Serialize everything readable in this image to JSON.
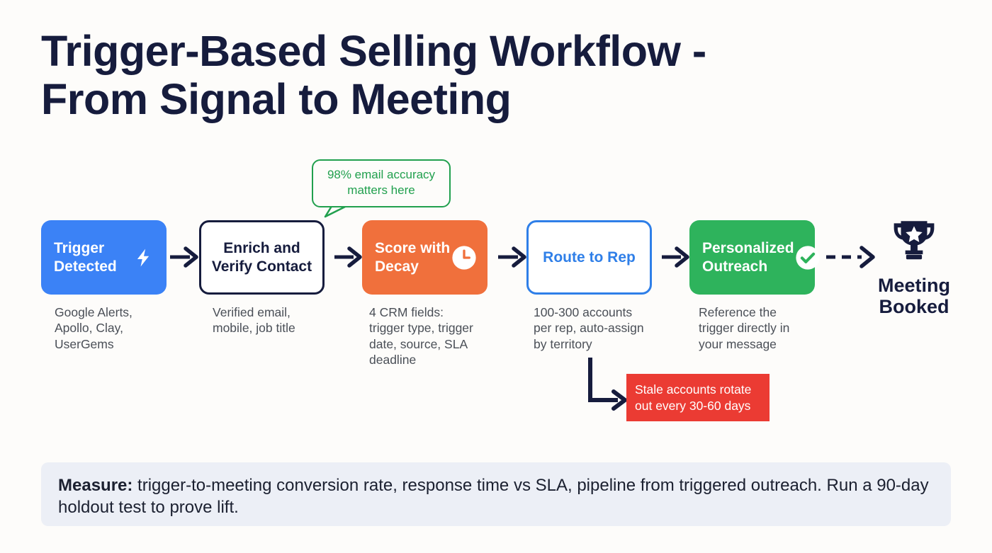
{
  "title": "Trigger-Based Selling Workflow -\nFrom Signal to Meeting",
  "colors": {
    "background": "#fdfcfa",
    "navy": "#161c3d",
    "blue": "#3b82f6",
    "blue_outline": "#2f7fe8",
    "orange": "#f0703c",
    "green": "#2eb35c",
    "green_callout": "#21a04e",
    "red": "#eb3b33",
    "caption_gray": "#4a4f57",
    "footer_bg": "#eceff6"
  },
  "flow": {
    "steps": [
      {
        "label": "Trigger\nDetected",
        "icon": "lightning-bolt-icon",
        "style": "filled-blue",
        "caption": "Google Alerts,\nApollo, Clay,\nUserGems"
      },
      {
        "label": "Enrich and\nVerify\nContact",
        "icon": "none",
        "style": "outline-navy",
        "caption": "Verified email,\nmobile, job title"
      },
      {
        "label": "Score with\nDecay",
        "icon": "clock-icon",
        "style": "filled-orange",
        "caption": "4 CRM fields:\ntrigger type, trigger\ndate, source, SLA\ndeadline"
      },
      {
        "label": "Route to Rep",
        "icon": "none",
        "style": "outline-blue",
        "caption": "100-300 accounts\nper rep, auto-assign\nby territory"
      },
      {
        "label": "Personalized\nOutreach",
        "icon": "check-circle-icon",
        "style": "filled-green",
        "caption": "Reference the\ntrigger directly in\nyour message"
      }
    ],
    "connector_type": "solid-arrow",
    "final_connector_type": "dashed-arrow"
  },
  "goal": {
    "icon": "trophy-icon",
    "label": "Meeting\nBooked"
  },
  "callout": {
    "text": "98% email accuracy\nmatters here",
    "points_to": "enrich-and-verify-contact"
  },
  "warning": {
    "text": "Stale accounts rotate\nout every 30-60 days",
    "points_from": "route-to-rep"
  },
  "footer": {
    "label": "Measure:",
    "text": " trigger-to-meeting conversion rate, response time vs SLA, pipeline from triggered outreach. Run a 90-day holdout test to prove lift."
  }
}
